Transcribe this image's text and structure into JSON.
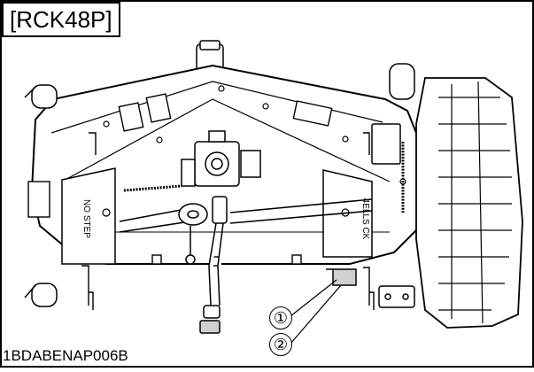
{
  "figure": {
    "model_label": "[RCK48P]",
    "figure_code": "1BDABENAP006B",
    "callouts": [
      "①",
      "②"
    ],
    "decal_left": "NO STEP",
    "decal_right": "4ELLS CK"
  },
  "colors": {
    "line": "#000000",
    "fill": "#ffffff",
    "shade": "#d0d0d0"
  }
}
